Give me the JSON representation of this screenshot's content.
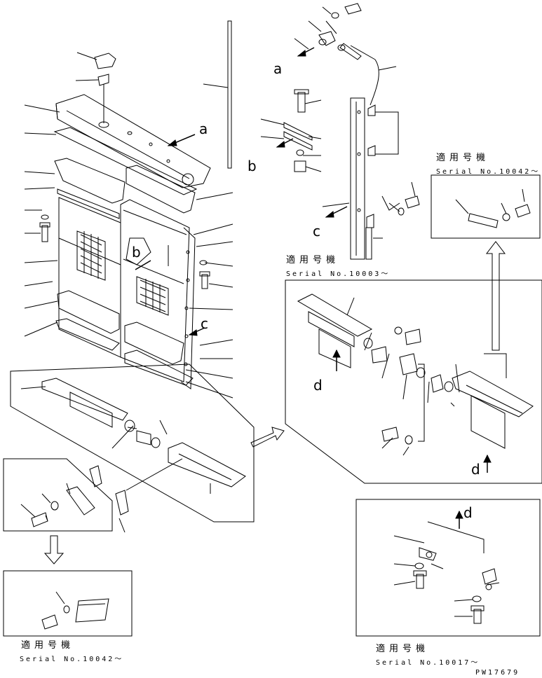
{
  "callouts": {
    "a_top": "a",
    "a_main": "a",
    "b_bracket": "b",
    "b_core": "b",
    "c_main": "c",
    "c_side": "c",
    "d_left": "d",
    "d_right": "d",
    "d_lower": "d"
  },
  "serial_notes": [
    {
      "applicability": "適用号機",
      "serial": "Serial No.10042～"
    },
    {
      "applicability": "適用号機",
      "serial": "Serial No.10003～"
    },
    {
      "applicability": "適用号機",
      "serial": "Serial No.10042～"
    },
    {
      "applicability": "適用号機",
      "serial": "Serial No.10017～"
    }
  ],
  "drawing_code": "PW17679"
}
